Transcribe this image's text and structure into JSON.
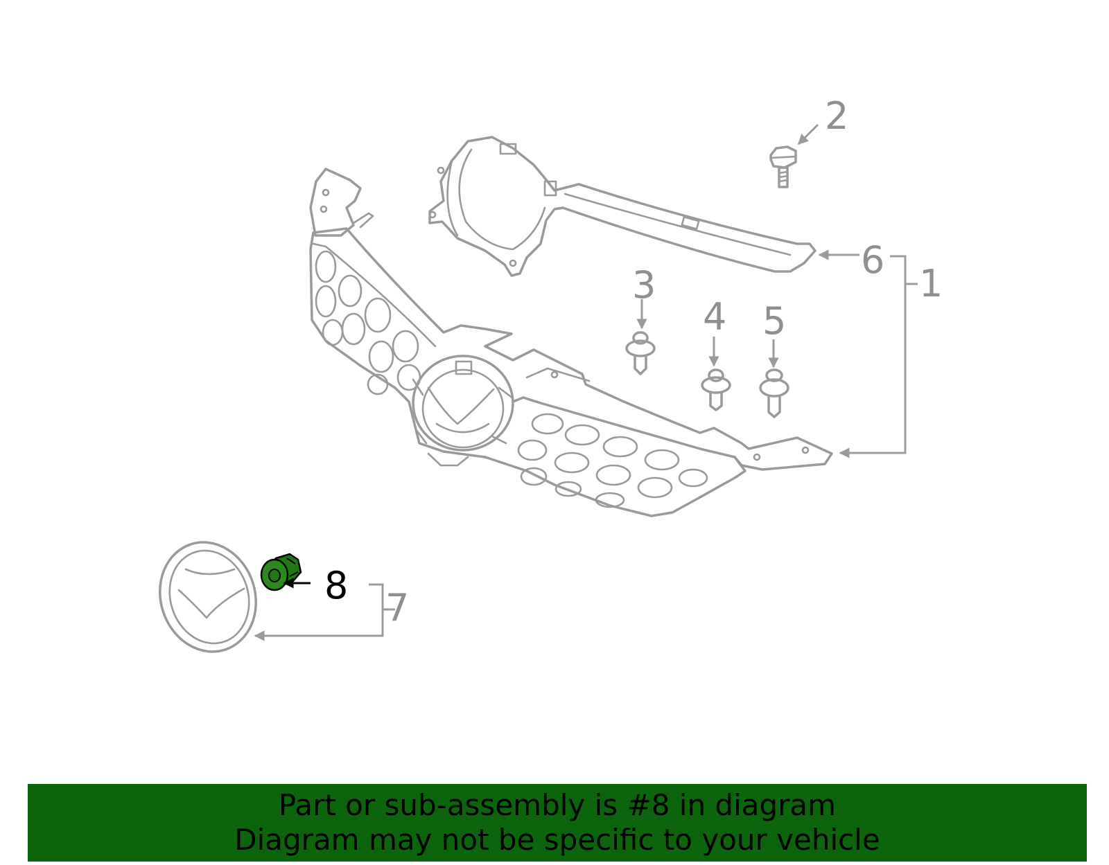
{
  "callouts": [
    {
      "id": "1",
      "label": "1",
      "highlighted": false
    },
    {
      "id": "2",
      "label": "2",
      "highlighted": false
    },
    {
      "id": "3",
      "label": "3",
      "highlighted": false
    },
    {
      "id": "4",
      "label": "4",
      "highlighted": false
    },
    {
      "id": "5",
      "label": "5",
      "highlighted": false
    },
    {
      "id": "6",
      "label": "6",
      "highlighted": false
    },
    {
      "id": "7",
      "label": "7",
      "highlighted": false
    },
    {
      "id": "8",
      "label": "8",
      "highlighted": true
    }
  ],
  "banner": {
    "line1": "Part or sub-assembly is #8 in diagram",
    "line2": "Diagram may not be specific to your vehicle"
  },
  "colors": {
    "line_art": "#9a9a9a",
    "highlight_part": "#1f7a14",
    "banner_bg": "#0c650c",
    "banner_text": "#000000"
  }
}
